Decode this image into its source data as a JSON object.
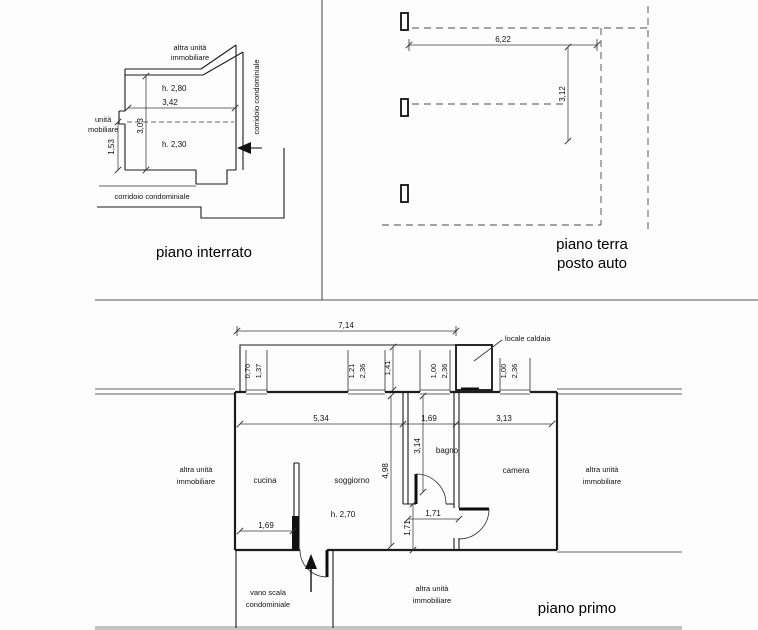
{
  "interrato": {
    "title": "piano interrato",
    "altra_unita_1": "altra unità",
    "altra_unita_2": "immobiliare",
    "h_upper": "h. 2,80",
    "h_lower": "h. 2,30",
    "unit_left_1": "unità",
    "unit_left_2": "mobiliare",
    "corridor_right": "corridoio condominiale",
    "corridor_bottom": "corridoio condominiale",
    "dim_w": "3,42",
    "dim_h_main": "3,03",
    "dim_h_lower": "1,53"
  },
  "terra": {
    "title_1": "piano terra",
    "title_2": "posto auto",
    "dim_w": "6,22",
    "dim_h": "3,12"
  },
  "primo": {
    "title": "piano primo",
    "dim_top": "7,14",
    "caldaia_label": "locale caldaia",
    "win1_w": "0,70",
    "win1_h": "1,37",
    "win2_w": "1,21",
    "win2_h": "2,36",
    "terrace_depth": "1,41",
    "win3_w": "1,00",
    "win3_h": "2,36",
    "win4_w": "1,00",
    "win4_h": "2,36",
    "dim_row_1": "5,34",
    "dim_row_2": "1,69",
    "dim_row_3": "3,13",
    "room_cucina": "cucina",
    "room_soggiorno": "soggiorno",
    "room_bagno": "bagno",
    "room_camera": "camera",
    "height_note": "h. 2,70",
    "dim_soggiorno_depth": "4,98",
    "dim_bagno_depth": "3,14",
    "dim_disimpegno": "1,71",
    "dim_bagno_door": "1,71",
    "dim_cucina_door": "1,69",
    "altra_left_1": "altra unità",
    "altra_left_2": "immobiliare",
    "altra_right_1": "altra unità",
    "altra_right_2": "immobiliare",
    "altra_bottom_1": "altra unità",
    "altra_bottom_2": "immobiliare",
    "vano_1": "vano scala",
    "vano_2": "condominiale"
  }
}
